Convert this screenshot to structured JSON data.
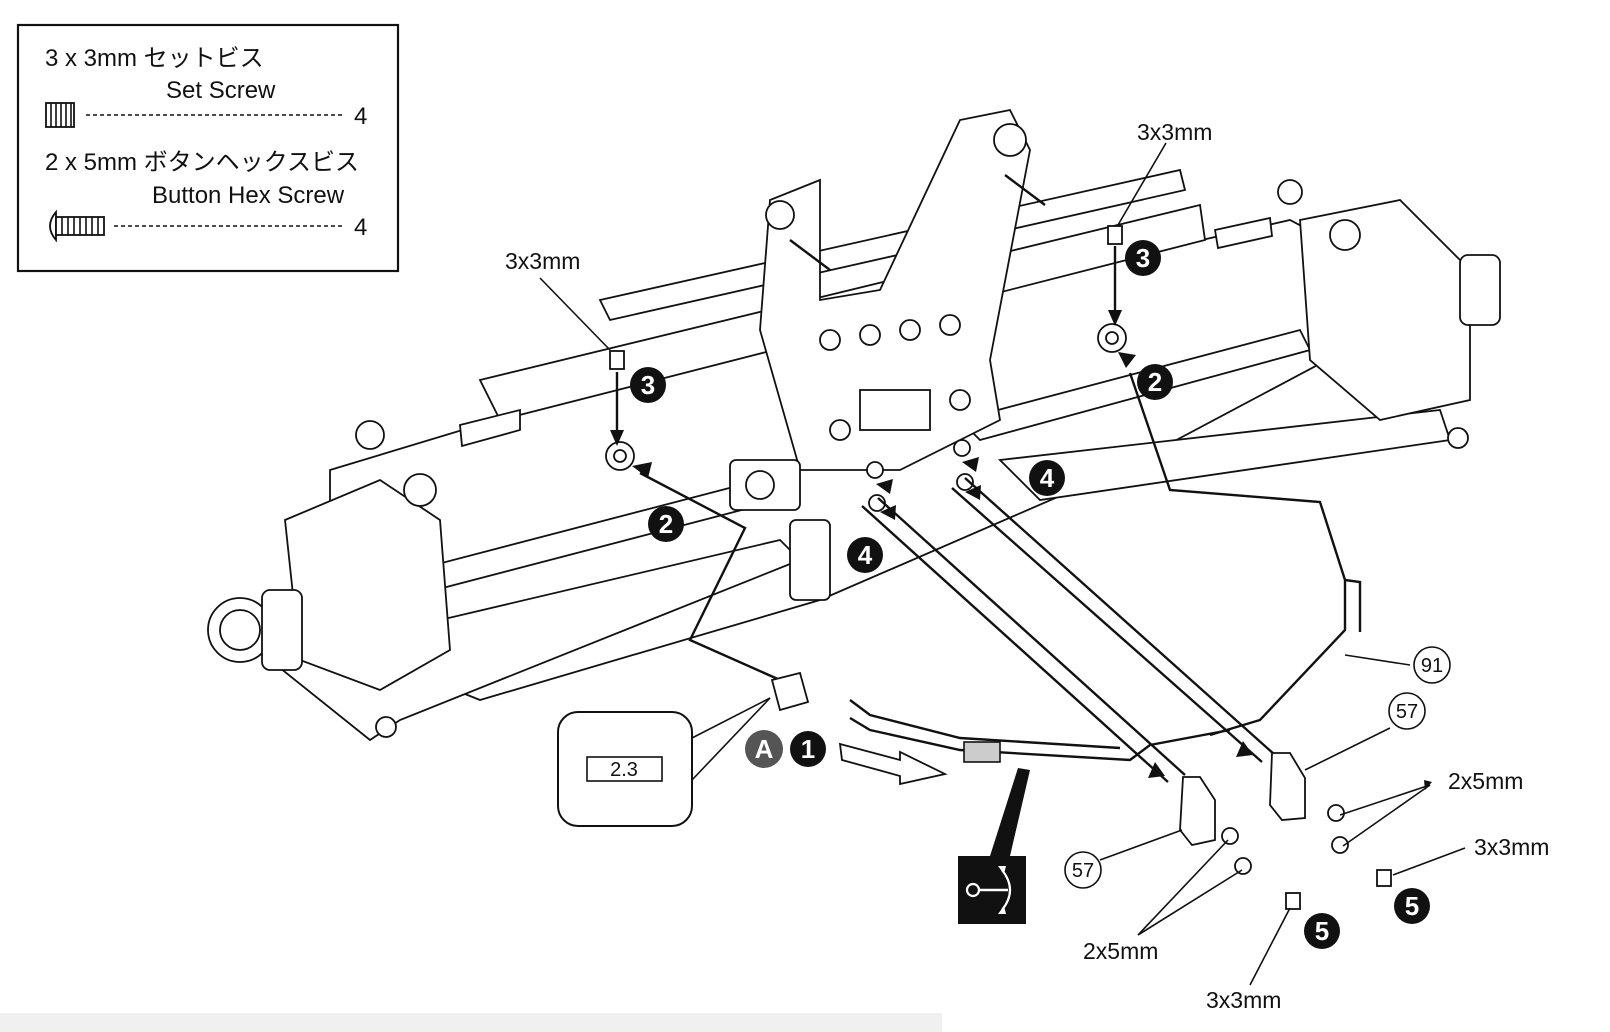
{
  "legend": {
    "item1_size_jp": "3 x 3mm セットビス",
    "item1_name_en": "Set Screw",
    "item1_qty": "4",
    "item2_size_jp": "2 x 5mm ボタンヘックスビス",
    "item2_name_en": "Button Hex Screw",
    "item2_qty": "4",
    "set_screw_icon": "set-screw-icon",
    "button_hex_screw_icon": "button-hex-screw-icon"
  },
  "labels": {
    "set_screw_top_left": "3x3mm",
    "set_screw_top_right": "3x3mm",
    "set_screw_bottom_right": "3x3mm",
    "set_screw_bottom_center": "3x3mm",
    "hex_screw_right": "2x5mm",
    "hex_screw_bottom": "2x5mm",
    "gauge_value": "2.3",
    "part_91": "91",
    "part_57_right": "57",
    "part_57_left": "57",
    "step_a": "A"
  },
  "steps": {
    "s1": "1",
    "s2_left": "2",
    "s2_right": "2",
    "s3_left": "3",
    "s3_right": "3",
    "s4_left": "4",
    "s4_right": "4",
    "s5_left": "5",
    "s5_right": "5"
  },
  "icons": {
    "adjust": "pivot-adjust-icon"
  },
  "colors": {
    "ink": "#111111",
    "badge_a": "#555555",
    "background": "#ffffff"
  }
}
